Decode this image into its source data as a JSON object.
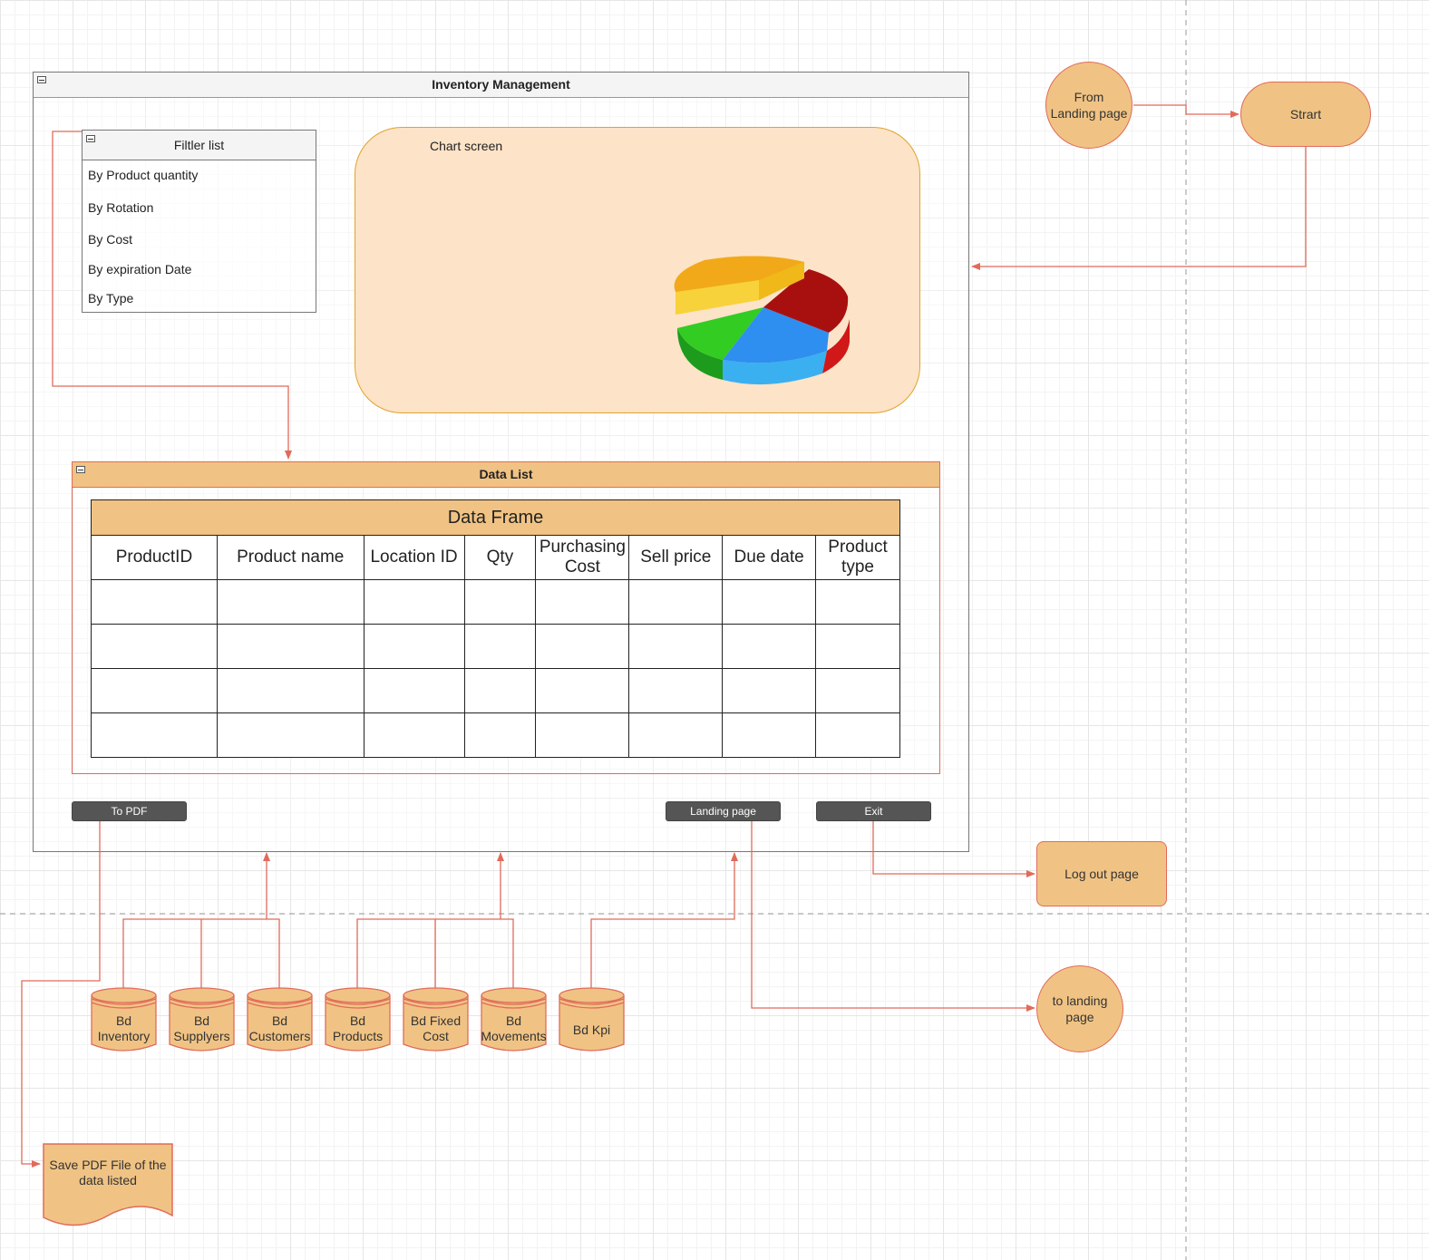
{
  "main_window": {
    "title": "Inventory Management"
  },
  "filter_list": {
    "title": "Filtler list",
    "items": [
      "By Product quantity",
      "By Rotation",
      "By Cost",
      "By expiration Date",
      "By Type"
    ]
  },
  "chart_screen": {
    "label": "Chart screen"
  },
  "data_list": {
    "title": "Data List",
    "frame_title": "Data Frame",
    "columns": [
      "ProductID",
      "Product name",
      "Location ID",
      "Qty",
      "Purchasing Cost",
      "Sell price",
      "Due date",
      "Product type"
    ]
  },
  "buttons": {
    "to_pdf": "To PDF",
    "landing_page": "Landing page",
    "exit": "Exit"
  },
  "nodes": {
    "from_landing": "From Landing page",
    "start": "Strart",
    "logout": "Log out page",
    "to_landing": "to landing page",
    "save_pdf": "Save PDF File of the data listed"
  },
  "databases": [
    "Bd Inventory",
    "Bd Supplyers",
    "Bd Customers",
    "Bd Products",
    "Bd Fixed Cost",
    "Bd Movements",
    "Bd Kpi"
  ],
  "colors": {
    "node_fill": "#f0c384",
    "edge": "#e06b5a",
    "chart_bg": "#fde3c7",
    "button": "#555555"
  }
}
